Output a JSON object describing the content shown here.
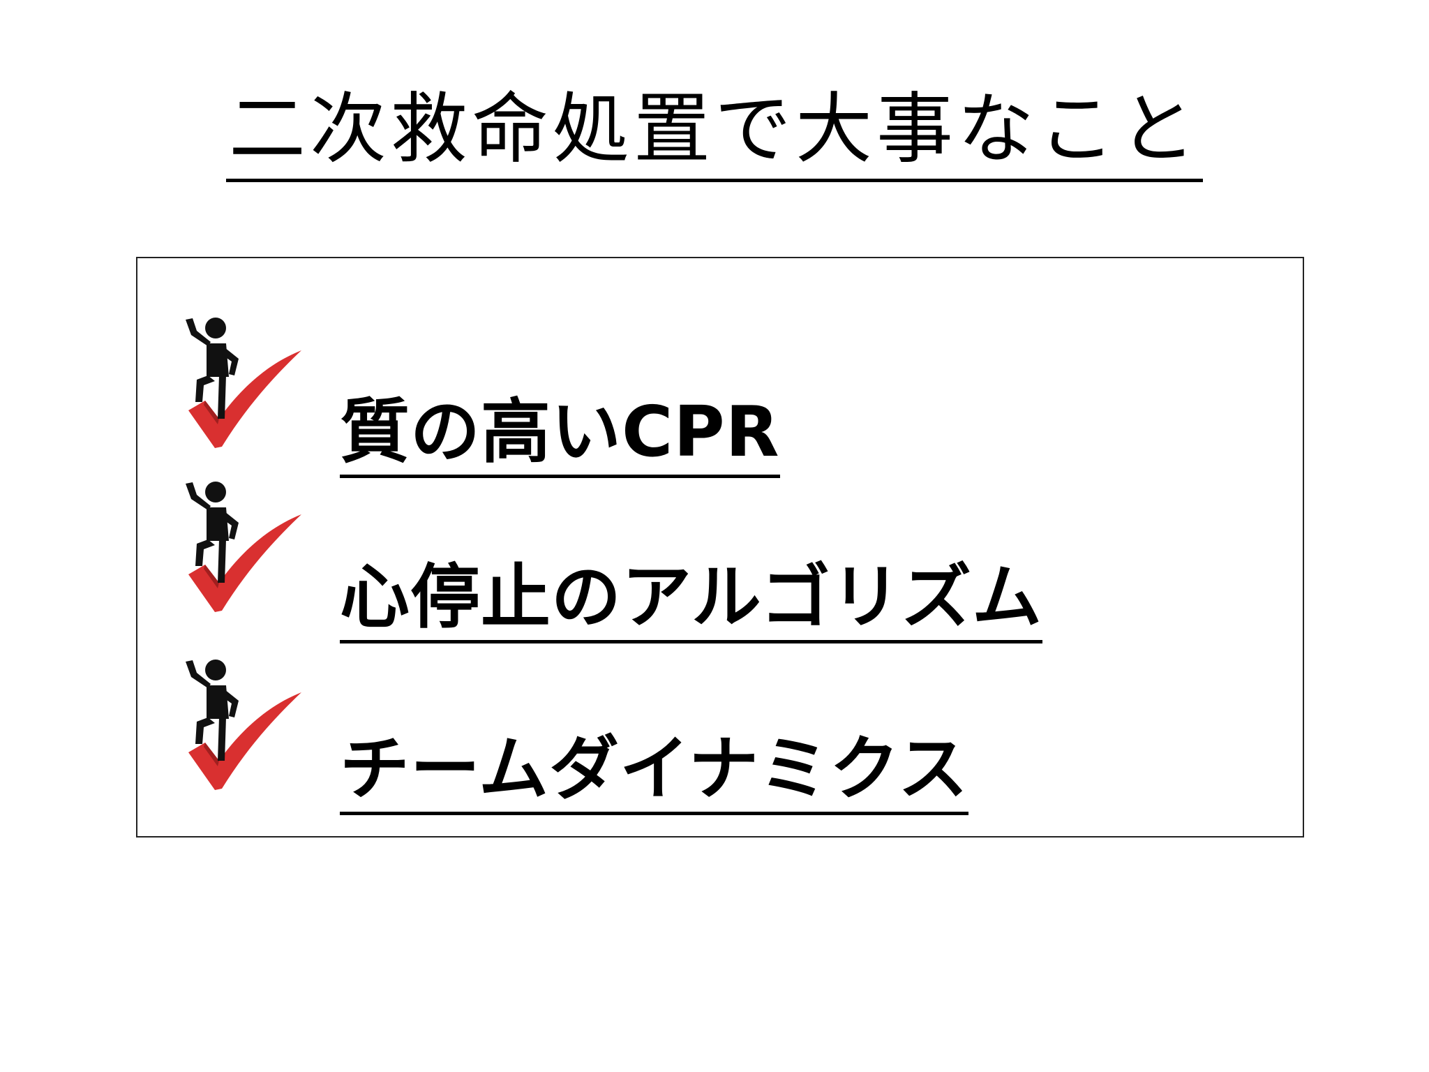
{
  "title": "二次救命処置で大事なこと",
  "items": [
    {
      "label": "質の高いCPR",
      "icon": "person-on-checkmark-icon"
    },
    {
      "label": "心停止のアルゴリズム",
      "icon": "person-on-checkmark-icon"
    },
    {
      "label": "チームダイナミクス",
      "icon": "person-on-checkmark-icon"
    }
  ],
  "colors": {
    "checkmark": "#d93030",
    "figure": "#111111",
    "text": "#000000"
  }
}
